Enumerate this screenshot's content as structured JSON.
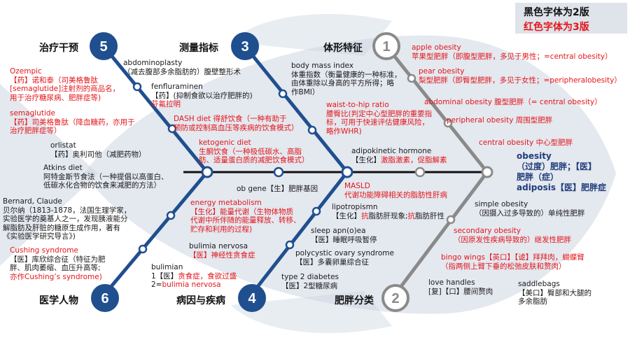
{
  "legend": {
    "line1": "黑色字体为2版",
    "line2": "红色字体为3版"
  },
  "head": {
    "line1": "obesity",
    "line2": "（过度）肥胖；【医】",
    "line3": "肥胖（症）",
    "line4": "adiposis【医】肥胖症"
  },
  "categories": {
    "c1": {
      "num": "1",
      "label": "体形特征"
    },
    "c2": {
      "num": "2",
      "label": "肥胖分类"
    },
    "c3": {
      "num": "3",
      "label": "测量指标"
    },
    "c4": {
      "num": "4",
      "label": "病因与疾病"
    },
    "c5": {
      "num": "5",
      "label": "治疗干预"
    },
    "c6": {
      "num": "6",
      "label": "医学人物"
    }
  },
  "spine": {
    "ob_gene": "ob gene【生】肥胖基因"
  },
  "b1": {
    "apple1": "apple obesity",
    "apple2": "苹果型肥胖（即腹型肥胖，多见于男性；=central obesity）",
    "pear1": "pear obesity",
    "pear2": "梨型肥胖（即臀型肥胖，多见于女性；=peripheralobesity）",
    "abdominal": "abdominal obesity 腹型肥胖（= central obesity）",
    "peripheral": "peripheral obesity 周围型肥胖",
    "central": "central obesity 中心型肥胖"
  },
  "b2": {
    "simple1": "simple obesity",
    "simple2": "（因摄入过多导致的）单纯性肥胖",
    "secondary1": "secondary obesity",
    "secondary2": "（因原发性疾病导致的）继发性肥胖",
    "bingo1": "bingo wings【英口】【谑】拜拜肉，蝴蝶臂",
    "bingo2": "（指两侧上臂下垂的松弛皮肤和赘肉）",
    "love1": "love handles",
    "love2": "[复]【口】腰间赘肉",
    "saddle1": "saddlebags",
    "saddle2": "【美口】臀部和大腿的",
    "saddle3": "多余脂肪"
  },
  "b3": {
    "bmi1": "body mass index",
    "bmi2": "体重指数（衡量健康的一种标准，",
    "bmi3": "由体重除以身高的平方所得；略",
    "bmi4": "作BMI）",
    "whr1": "waist-to-hip ratio",
    "whr2": "腰臀比(判定中心型肥胖的重要指",
    "whr3": "标，可用于快速评估健康风险，",
    "whr4": "略作WHR)",
    "adipo1": "adipokinetic hormone",
    "adipo2a": "【生化】",
    "adipo2b": "激脂激素，促脂解素"
  },
  "b4": {
    "masld1": "MASLD",
    "masld2": "代谢功能障碍相关的脂肪性肝病",
    "lipo1": "lipotropismn",
    "lipo2a": "【生化】",
    "lipo2b": "抗",
    "lipo2c": "脂肪肝现象;",
    "lipo2d": "抗",
    "lipo2e": "脂肪肝性",
    "sleep1": "sleep apn(o)ea",
    "sleep2": "【医】睡眠呼吸暂停",
    "poly1": "polycystic ovary syndrome",
    "poly2": "【医】多囊卵巢综合征",
    "t2d1": "type 2 diabetes",
    "t2d2": "【医】2型糖尿病",
    "energy1": "energy metabolism",
    "energy2": "【生化】能量代谢（生物体物质",
    "energy3": "代谢中所伴随的能量释放、转移、",
    "energy4": "贮存和利用的过程)",
    "bulimia1": "bulimia nervosa",
    "bulimia2": "【医】神经性贪食症",
    "bulimian1": "bulimian",
    "bulimian2a": "1【医】",
    "bulimian2b": "贪食症，食欲过盛",
    "bulimian3a": "2=",
    "bulimian3b": "bulimia nervosa"
  },
  "b5": {
    "abd1": "abdominoplasty",
    "abd2": "（减去腹部多余脂肪的）腹壁整形术",
    "fen1": "fenfluraminen",
    "fen2": "【药】(抑制食欲以治疗肥胖的)",
    "fen3": "芬氟拉明",
    "dash1": "DASH diet 得舒饮食（一种有助于",
    "dash2": "预防或控制高血压等疾病的饮食模式）",
    "keto1": "ketogenic diet",
    "keto2": "生酮饮食（一种极低碳水、高脂",
    "keto3": "肪、适量蛋白质的减肥饮食模式）",
    "oze1": "Ozempic",
    "oze2": "【药】诺和泰（司美格鲁肽",
    "oze3": "[semaglutide]注射剂的商品名，",
    "oze4": "用于治疗糖尿病、肥胖症等)",
    "sema1": "semaglutide",
    "sema2": "【药】司美格鲁肽（降血糖药，亦用于",
    "sema3": "治疗肥胖症等）",
    "orli1": "orlistat",
    "orli2": "【药】奥利司他（减肥药物）",
    "atk1": "Atkins diet",
    "atk2": "阿特金斯节食法（一种提倡以高蛋白、",
    "atk3": "低碳水化合物的饮食来减肥的方法）"
  },
  "b6": {
    "bern1": "Bernard, Claude",
    "bern2": "贝尔纳（1813-1878，法国生理学家，",
    "bern3": "实验医学的奠基人之一，发现胰液能分",
    "bern4": "解脂肪及肝脏的糖原生成作用，著有",
    "bern5": "《实验医学研究导言》)",
    "cush1": "Cushing syndrome",
    "cush2": "【医】库欣综合征（特征为肥",
    "cush3": "胖、肌肉萎缩、血压升高等;",
    "cush4": "亦作Cushing’s syndrome)"
  }
}
